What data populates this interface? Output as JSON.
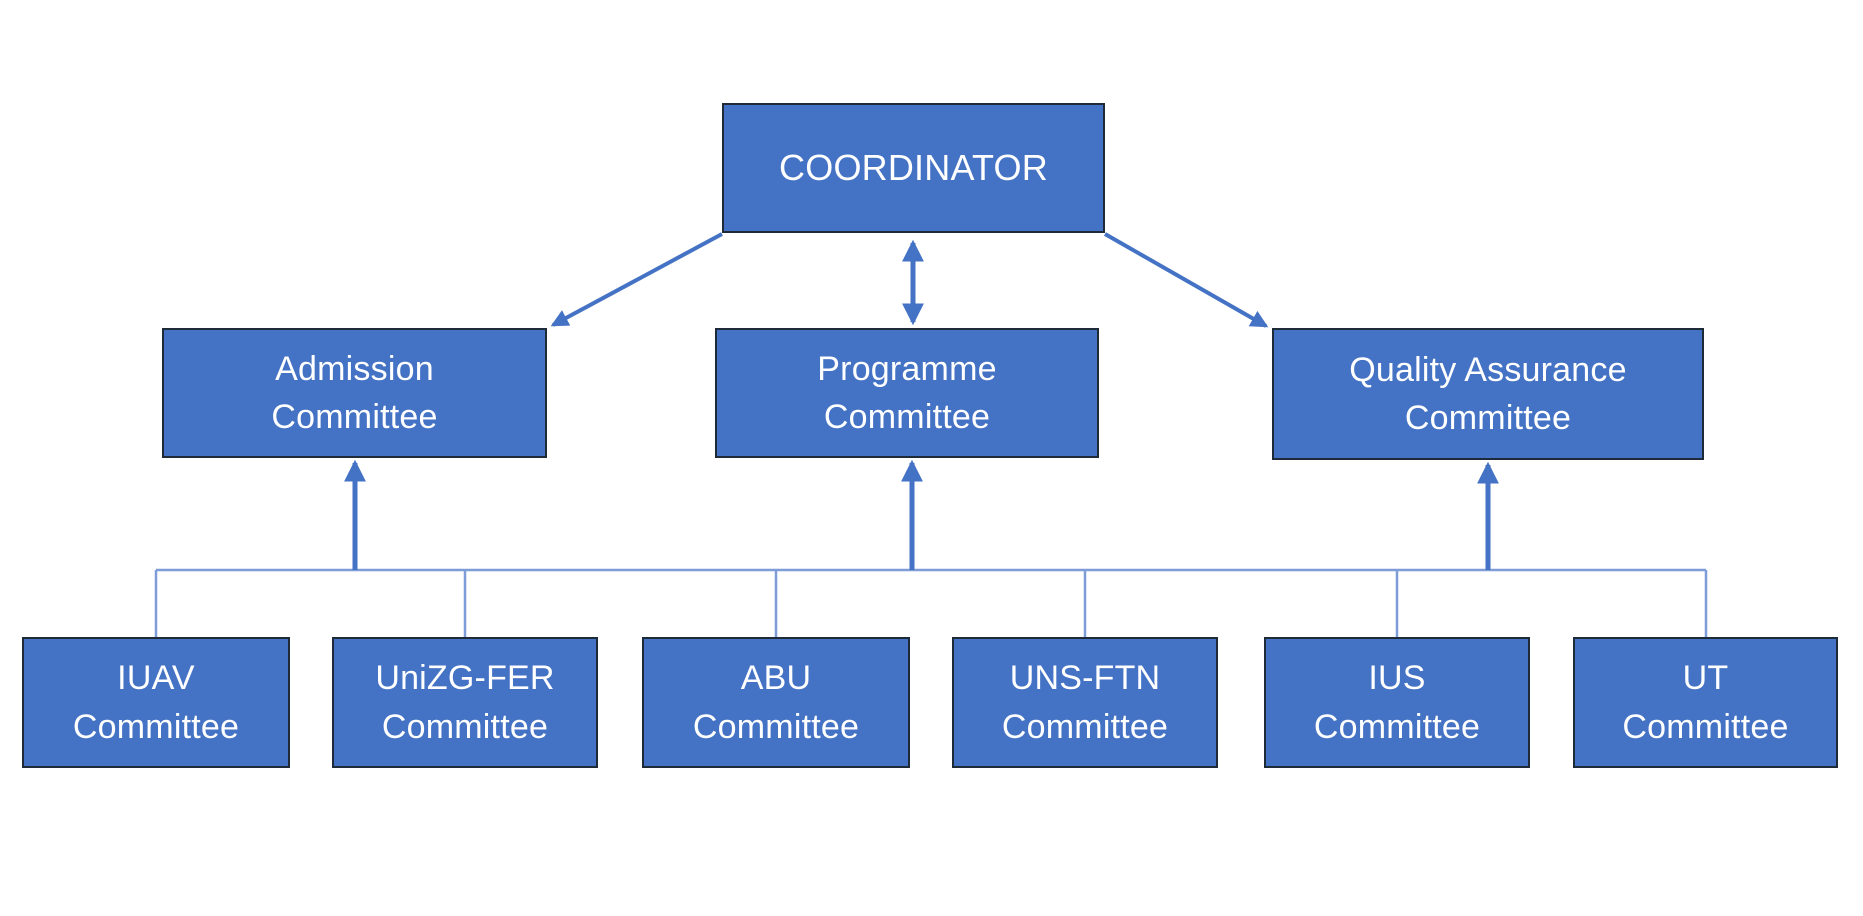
{
  "diagram": {
    "coordinator": {
      "label": "COORDINATOR"
    },
    "mid_committees": [
      {
        "id": "admission-committee",
        "label": "Admission\nCommittee"
      },
      {
        "id": "programme-committee",
        "label": "Programme\nCommittee"
      },
      {
        "id": "quality-assurance-committee",
        "label": "Quality Assurance\nCommittee"
      }
    ],
    "sub_committees": [
      {
        "id": "iuav-committee",
        "label": "IUAV\nCommittee"
      },
      {
        "id": "unizg-fer-committee",
        "label": "UniZG-FER\nCommittee"
      },
      {
        "id": "abu-committee",
        "label": "ABU\nCommittee"
      },
      {
        "id": "uns-ftn-committee",
        "label": "UNS-FTN\nCommittee"
      },
      {
        "id": "ius-committee",
        "label": "IUS\nCommittee"
      },
      {
        "id": "ut-committee",
        "label": "UT\nCommittee"
      }
    ],
    "edges": [
      {
        "from": "coordinator",
        "to": "admission-committee",
        "type": "one-way-arrow"
      },
      {
        "from": "coordinator",
        "to": "programme-committee",
        "type": "two-way-arrow"
      },
      {
        "from": "coordinator",
        "to": "quality-assurance-committee",
        "type": "one-way-arrow"
      },
      {
        "from": "sub-committee-bus",
        "to": "admission-committee",
        "type": "one-way-arrow"
      },
      {
        "from": "sub-committee-bus",
        "to": "programme-committee",
        "type": "one-way-arrow"
      },
      {
        "from": "sub-committee-bus",
        "to": "quality-assurance-committee",
        "type": "one-way-arrow"
      },
      {
        "from": "iuav-committee",
        "to": "sub-committee-bus",
        "type": "line"
      },
      {
        "from": "unizg-fer-committee",
        "to": "sub-committee-bus",
        "type": "line"
      },
      {
        "from": "abu-committee",
        "to": "sub-committee-bus",
        "type": "line"
      },
      {
        "from": "uns-ftn-committee",
        "to": "sub-committee-bus",
        "type": "line"
      },
      {
        "from": "ius-committee",
        "to": "sub-committee-bus",
        "type": "line"
      },
      {
        "from": "ut-committee",
        "to": "sub-committee-bus",
        "type": "line"
      }
    ],
    "colors": {
      "box_fill": "#4472C4",
      "box_border": "#1F2A38",
      "arrow": "#4472C4",
      "connector_line": "#7E9CD8",
      "text": "#FFFFFF",
      "background": "#FFFFFF"
    }
  }
}
